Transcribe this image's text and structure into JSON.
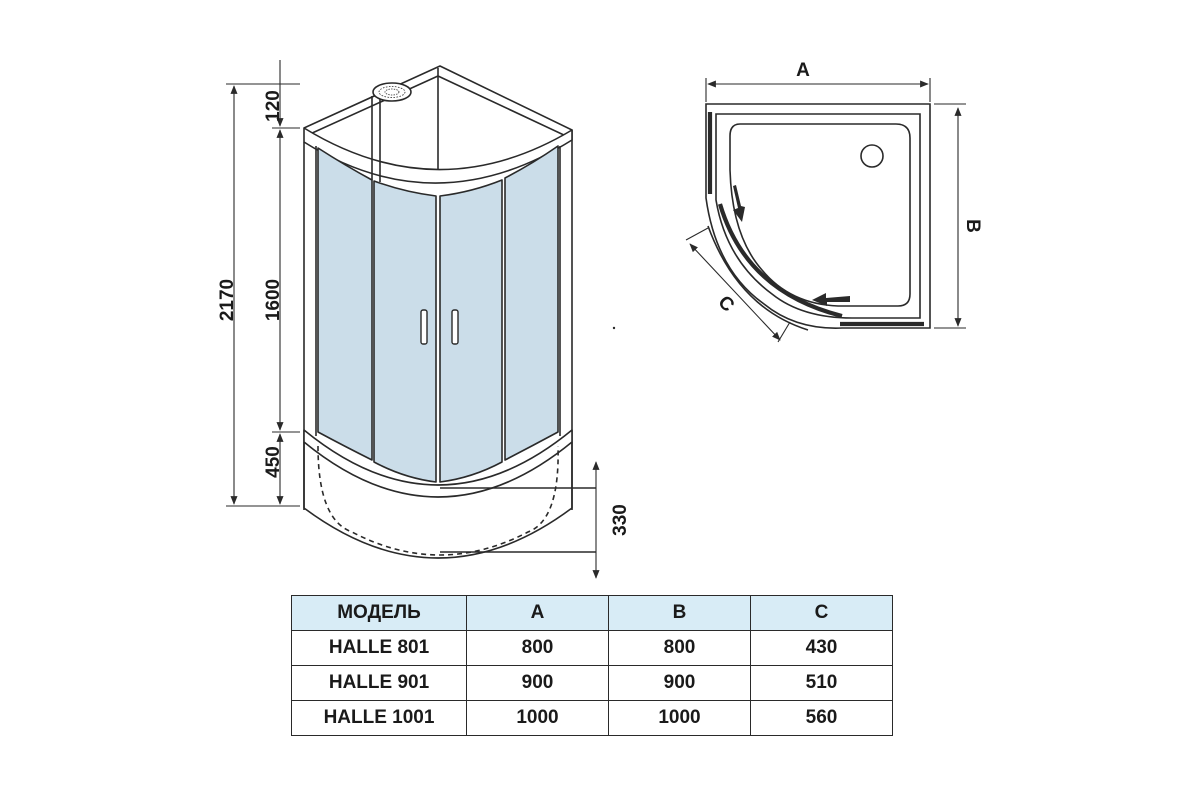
{
  "dimensions": {
    "total_height": "2170",
    "top_gap": "120",
    "panel_height": "1600",
    "tray_height": "450",
    "tray_depth": "330",
    "width_label": "A",
    "depth_label": "B",
    "door_label": "C"
  },
  "table": {
    "headers": [
      "МОДЕЛЬ",
      "A",
      "B",
      "C"
    ],
    "rows": [
      [
        "HALLE 801",
        "800",
        "800",
        "430"
      ],
      [
        "HALLE 901",
        "900",
        "900",
        "510"
      ],
      [
        "HALLE 1001",
        "1000",
        "1000",
        "560"
      ]
    ]
  },
  "colors": {
    "glass": "#cbdde9",
    "line": "#2a2a2a",
    "header_bg": "#d8ecf6"
  }
}
